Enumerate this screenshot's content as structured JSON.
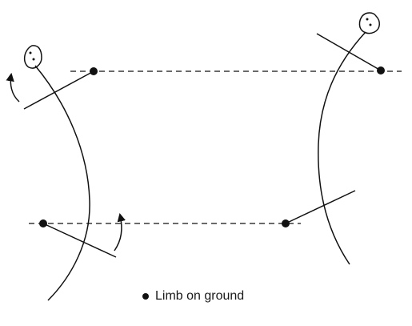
{
  "legend": {
    "marker_color": "#111111",
    "label": "Limb on ground"
  },
  "diagram": {
    "stroke_color": "#111111",
    "body_count": 2,
    "ground_contact_points": 4
  }
}
